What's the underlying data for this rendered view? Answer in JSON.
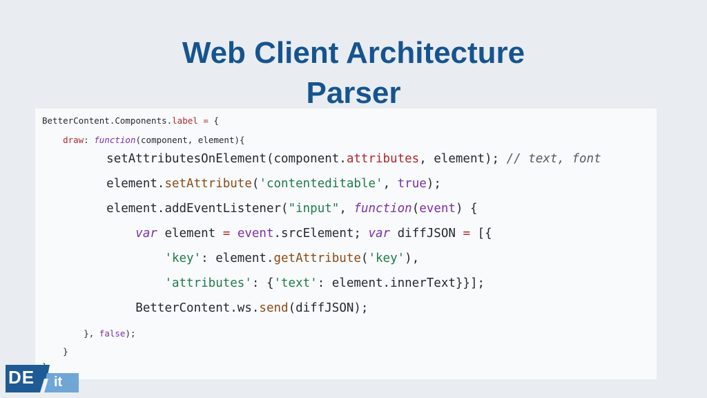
{
  "slide": {
    "title_line1": "Web Client Architecture",
    "title_line2": "Parser"
  },
  "code": {
    "l1_obj": "BetterContent.Components.",
    "l1_prop": "label",
    "l1_eq": " = ",
    "l1_brace": "{",
    "l2_indent": "    ",
    "l2_prop": "draw",
    "l2_colon": ": ",
    "l2_kw": "function",
    "l2_rest": "(component, element){",
    "l3_indent": "    ",
    "l3_a": "setAttributesOnElement(component.",
    "l3_prop": "attributes",
    "l3_b": ", element); ",
    "l3_cmt": "// text, font",
    "l4_indent": "    ",
    "l4_a": "element.",
    "l4_fn": "setAttribute",
    "l4_b": "(",
    "l4_str": "'contenteditable'",
    "l4_c": ", ",
    "l4_kw": "true",
    "l4_d": ");",
    "l5_indent": "    ",
    "l5_a": "element.addEventListener(",
    "l5_str": "\"input\"",
    "l5_b": ", ",
    "l5_kw": "function",
    "l5_c": "(",
    "l5_param": "event",
    "l5_d": ") {",
    "l6_indent": "        ",
    "l6_kw1": "var",
    "l6_a": " element ",
    "l6_op1": "=",
    "l6_b": " ",
    "l6_ev": "event",
    "l6_c": ".srcElement; ",
    "l6_kw2": "var",
    "l6_d": " diffJSON ",
    "l6_op2": "=",
    "l6_e": " [{",
    "l7_indent": "            ",
    "l7_str": "'key'",
    "l7_a": ": element.",
    "l7_fn": "getAttribute",
    "l7_b": "(",
    "l7_str2": "'key'",
    "l7_c": "),",
    "l8_indent": "            ",
    "l8_str": "'attributes'",
    "l8_a": ": {",
    "l8_str2": "'text'",
    "l8_b": ": element.innerText}}];",
    "l9_indent": "        ",
    "l9_a": "BetterContent.ws.",
    "l9_fn": "send",
    "l9_b": "(diffJSON);",
    "l10_indent": "        ",
    "l10_a": "}, ",
    "l10_kw": "false",
    "l10_b": ");",
    "l11_indent": "    ",
    "l11_a": "}",
    "l12_a": "}"
  },
  "logo": {
    "left": "DE",
    "right": "it"
  },
  "colors": {
    "title": "#16548f",
    "logo_dark": "#1e5a94",
    "logo_light": "#6fa6d6"
  }
}
